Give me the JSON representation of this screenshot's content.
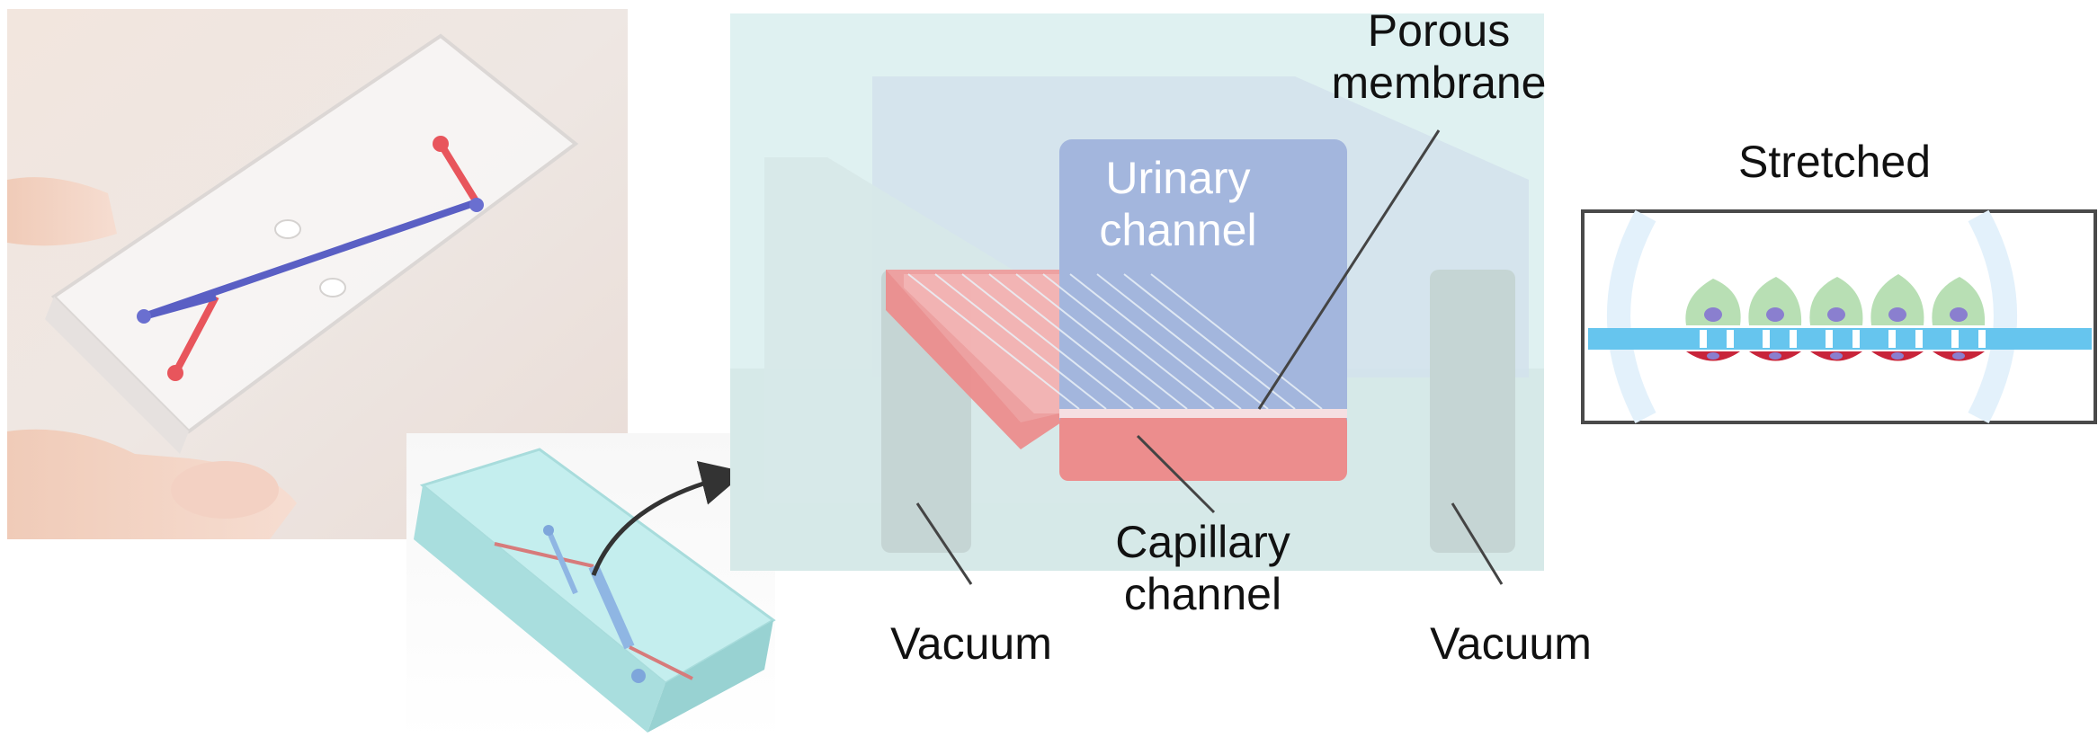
{
  "labels": {
    "porous_membrane": "Porous\nmembrane",
    "urinary_channel": "Urinary\nchannel",
    "capillary_channel": "Capillary\nchannel",
    "vacuum_left": "Vacuum",
    "vacuum_right": "Vacuum",
    "stretched": "Stretched"
  },
  "colors": {
    "urinary_blue": "#8fa6d6",
    "capillary_red": "#e87474",
    "chip_cyan": "#bfe9ea",
    "vacuum_gray": "#b9cccb",
    "membrane_blue": "#66c5ee",
    "cell_green": "#b8dfb4",
    "nucleus_purple": "#8a7fcf",
    "endothelium_red": "#c8243a"
  }
}
